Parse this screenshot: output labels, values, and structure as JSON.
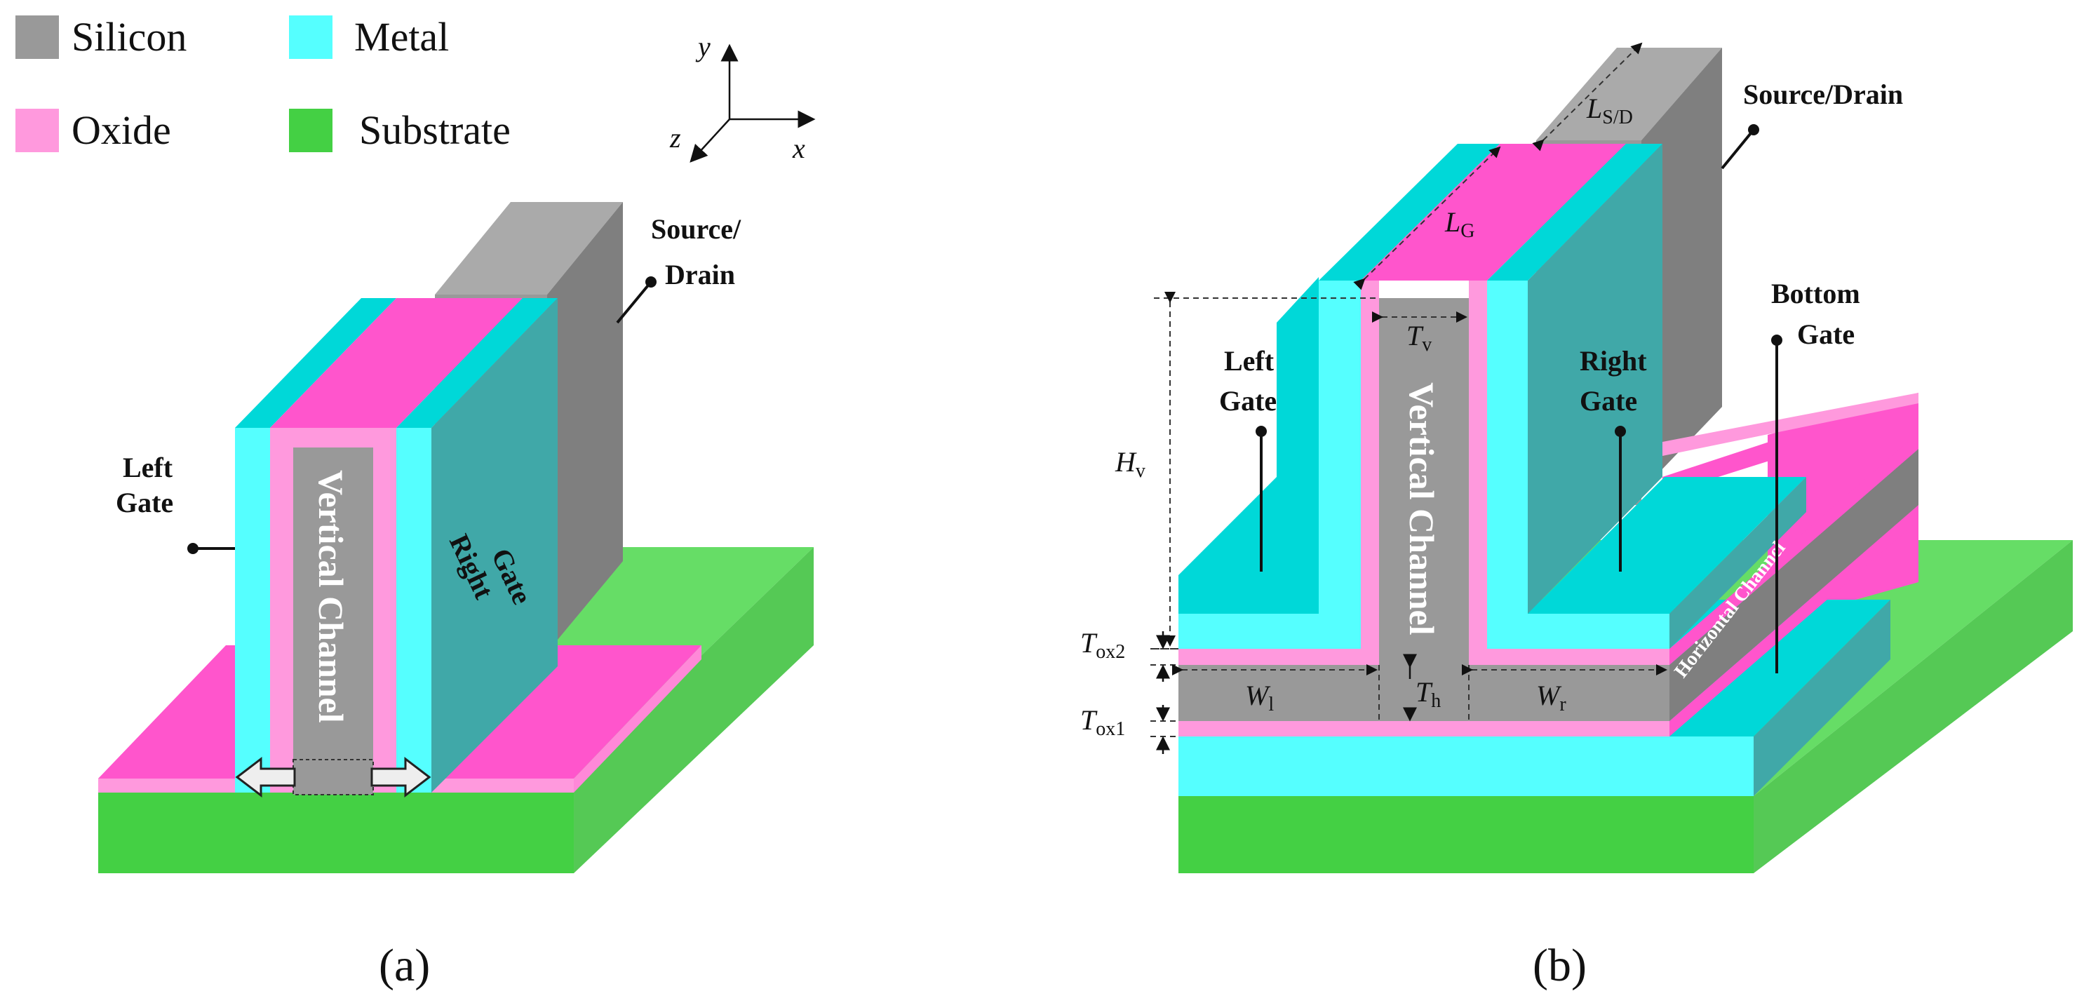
{
  "colors": {
    "silicon": "#999999",
    "silicon_side": "#7f7f7f",
    "metal": "#55ffff",
    "metal_top": "#00d8d8",
    "metal_side": "#40a8a8",
    "oxide": "#ff99dd",
    "oxide_top": "#ff55cc",
    "substrate": "#44d044",
    "substrate_top": "#66dd66"
  },
  "legend": [
    {
      "label": "Silicon",
      "color_key": "silicon"
    },
    {
      "label": "Metal",
      "color_key": "metal"
    },
    {
      "label": "Oxide",
      "color_key": "oxide"
    },
    {
      "label": "Substrate",
      "color_key": "substrate"
    }
  ],
  "axes": {
    "y": "y",
    "x": "x",
    "z": "z"
  },
  "panel_a": {
    "caption": "(a)",
    "caption_letter": "a",
    "labels": {
      "left_gate_1": "Left",
      "left_gate_2": "Gate",
      "right_gate_1": "Right",
      "right_gate_2": "Gate",
      "source_drain_1": "Source/",
      "source_drain_2": "Drain",
      "vertical_channel": "Vertical Channel"
    }
  },
  "panel_b": {
    "caption": "(b)",
    "caption_letter": "b",
    "labels": {
      "left_gate_1": "Left",
      "left_gate_2": "Gate",
      "right_gate_1": "Right",
      "right_gate_2": "Gate",
      "bottom_gate_1": "Bottom",
      "bottom_gate_2": "Gate",
      "source_drain": "Source/Drain",
      "vertical_channel": "Vertical Channel",
      "horizontal_channel": "Horizontal Channel"
    },
    "dimensions": {
      "LSD": {
        "main": "L",
        "sub": "S/D"
      },
      "LG": {
        "main": "L",
        "sub": "G"
      },
      "Tv": {
        "main": "T",
        "sub": "v"
      },
      "Hv": {
        "main": "H",
        "sub": "v"
      },
      "Tox2": {
        "main": "T",
        "sub": "ox2"
      },
      "Tox1": {
        "main": "T",
        "sub": "ox1"
      },
      "Wl": {
        "main": "W",
        "sub": "l"
      },
      "Th": {
        "main": "T",
        "sub": "h"
      },
      "Wr": {
        "main": "W",
        "sub": "r"
      }
    }
  }
}
